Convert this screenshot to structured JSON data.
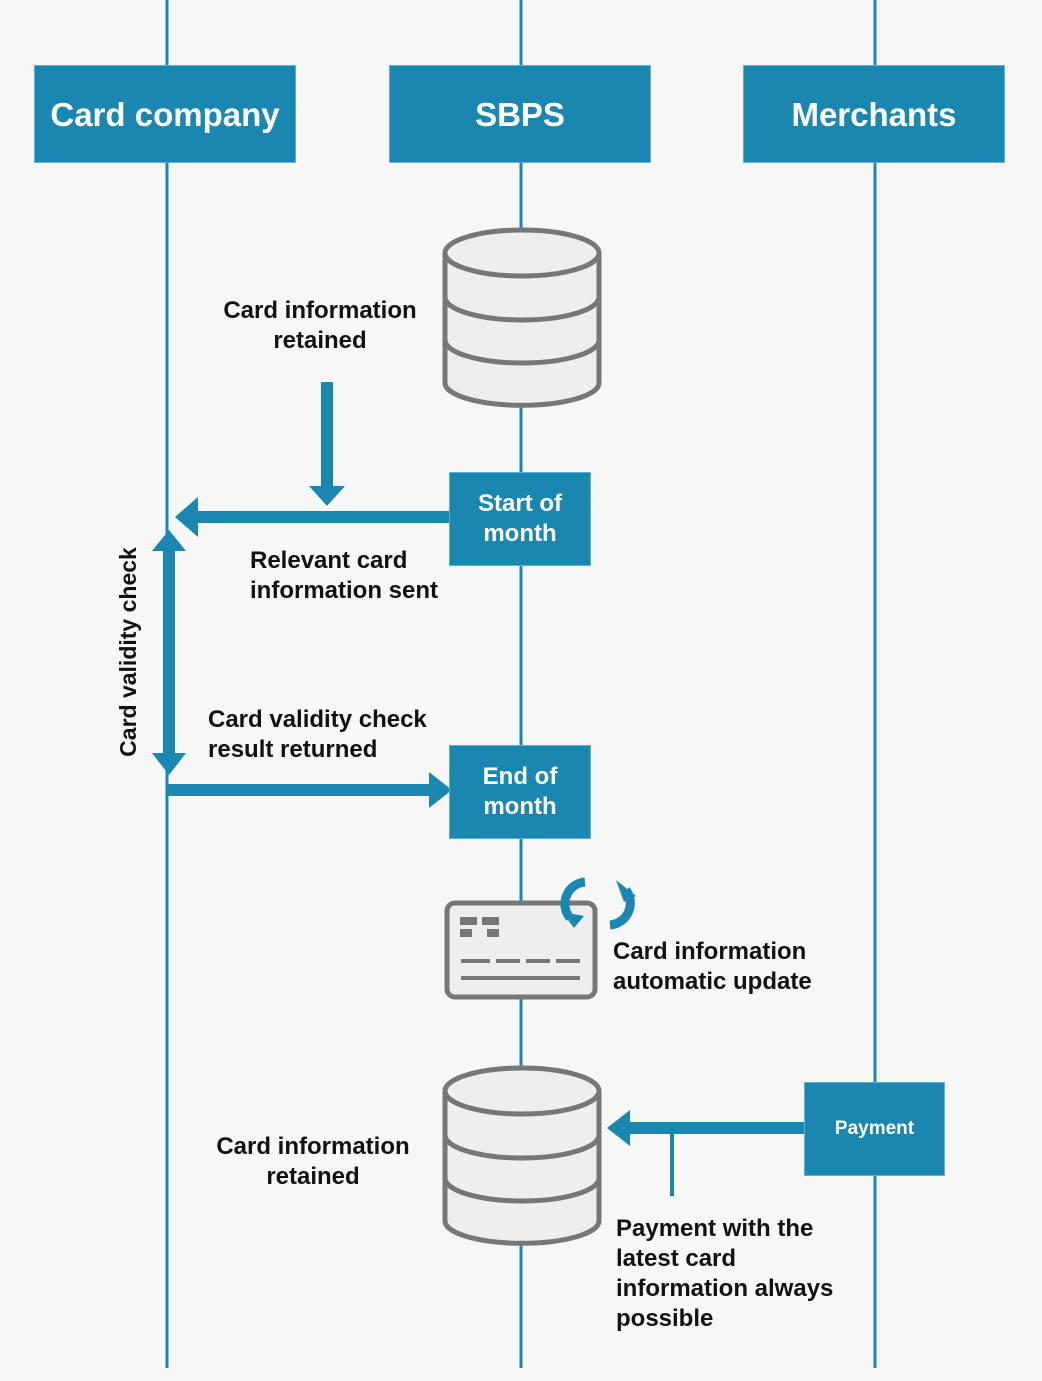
{
  "lanes": {
    "card_company": "Card company",
    "sbps": "SBPS",
    "merchants": "Merchants"
  },
  "labels": {
    "card_info_retained_top": "Card information retained",
    "start_of_month": "Start of month",
    "relevant_info_sent": "Relevant card information sent",
    "card_validity_check": "Card validity check",
    "check_result_returned": "Card validity check result returned",
    "end_of_month": "End of month",
    "auto_update": "Card information automatic update",
    "card_info_retained_bottom": "Card information retained",
    "payment": "Payment",
    "payment_latest": "Payment with the latest card information always possible"
  },
  "colors": {
    "accent": "#1a87b1",
    "database_fill": "#eeeeee",
    "database_stroke": "#777777",
    "background": "#f7f7f7"
  },
  "icons": [
    "database-icon",
    "credit-card-icon",
    "refresh-icon",
    "arrow-icon"
  ]
}
